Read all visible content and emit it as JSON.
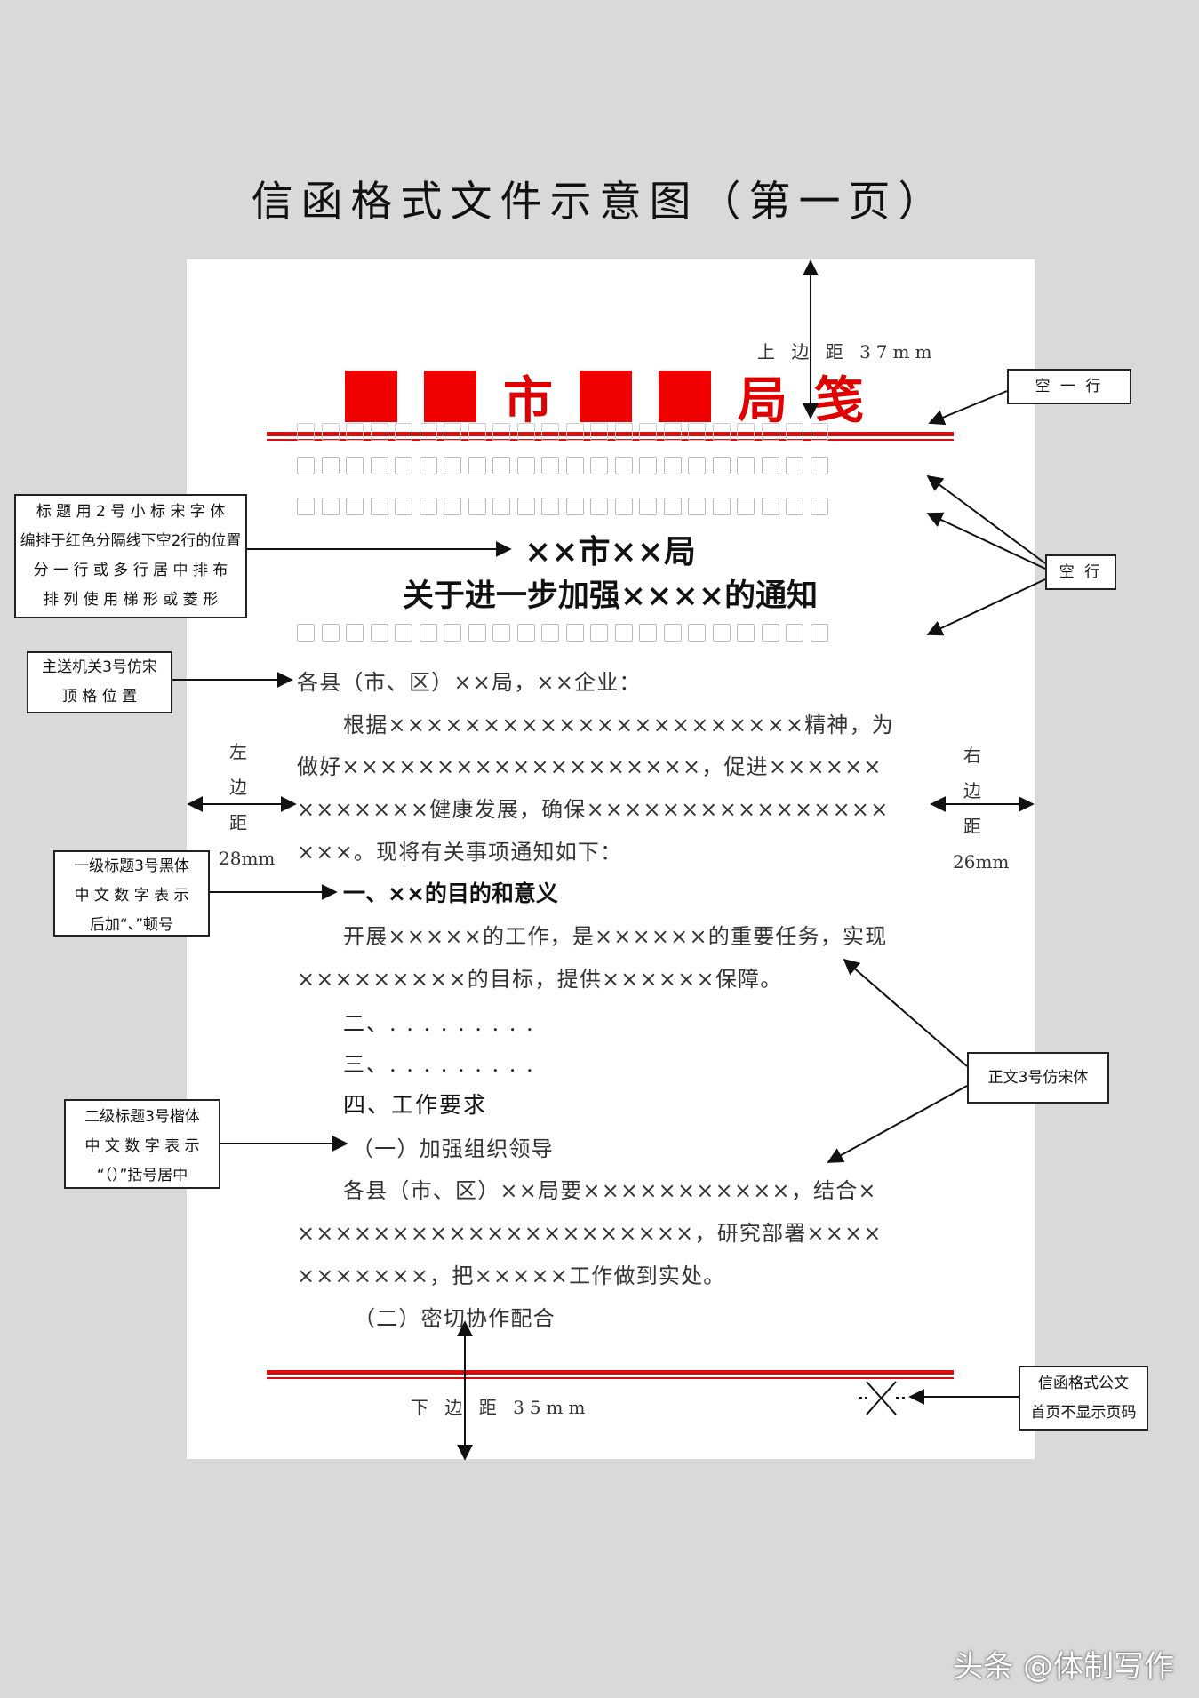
{
  "main_title": "信函格式文件示意图（第一页）",
  "letterhead": {
    "char1": "市",
    "char2": "局",
    "char3": "笺"
  },
  "doc_title": {
    "line1": "××市××局",
    "line2": "关于进一步加强××××的通知"
  },
  "body": {
    "addressee": "各县（市、区）××局，××企业：",
    "p1_l1": "根据××××××××××××××××××××××精神，为",
    "p1_l2": "做好×××××××××××××××××××，促进××××××",
    "p1_l3": "×××××××健康发展，确保××××××××××××××××",
    "p1_l4": "×××。现将有关事项通知如下：",
    "h1": "一、××的目的和意义",
    "p2_l1": "开展×××××的工作，是××××××的重要任务，实现",
    "p2_l2": "×××××××××的目标，提供××××××保障。",
    "h2": "二、. . . . . . . . .",
    "h3": "三、. . . . . . . . .",
    "h4": "四、工作要求",
    "sub1": "（一）加强组织领导",
    "p3_l1": "各县（市、区）××局要×××××××××××，结合×",
    "p3_l2": "×××××××××××××××××××××，研究部署××××",
    "p3_l3": "×××××××，把×××××工作做到实处。",
    "sub2": "（二）密切协作配合"
  },
  "margins": {
    "top": "上 边 距 37mm",
    "bottom": "下 边 距 35mm",
    "left": [
      "左",
      "边",
      "距",
      "28mm"
    ],
    "right": [
      "右",
      "边",
      "距",
      "26mm"
    ]
  },
  "notes": {
    "blank_one_line": "空 一 行",
    "blank_lines": "空 行",
    "title_note": [
      "标 题 用 2 号 小 标 宋 字 体",
      "编排于红色分隔线下空2行的位置",
      "分 一 行 或 多 行 居 中 排 布",
      "排 列 使 用 梯 形 或 菱 形"
    ],
    "addressee_note": [
      "主送机关3号仿宋",
      "顶 格 位 置"
    ],
    "heading1_note": [
      "一级标题3号黑体",
      "中 文 数 字 表 示",
      "后加“、”顿号"
    ],
    "body_note": "正文3号仿宋体",
    "heading2_note": [
      "二级标题3号楷体",
      "中 文 数 字 表 示",
      "“（）”括号居中"
    ],
    "page_number_note": [
      "信函格式公文",
      "首页不显示页码"
    ]
  },
  "watermark": "头条 @体制写作",
  "colors": {
    "letterhead_red": "#e00000",
    "page_bg": "#d9d9d9",
    "paper": "#ffffff"
  }
}
